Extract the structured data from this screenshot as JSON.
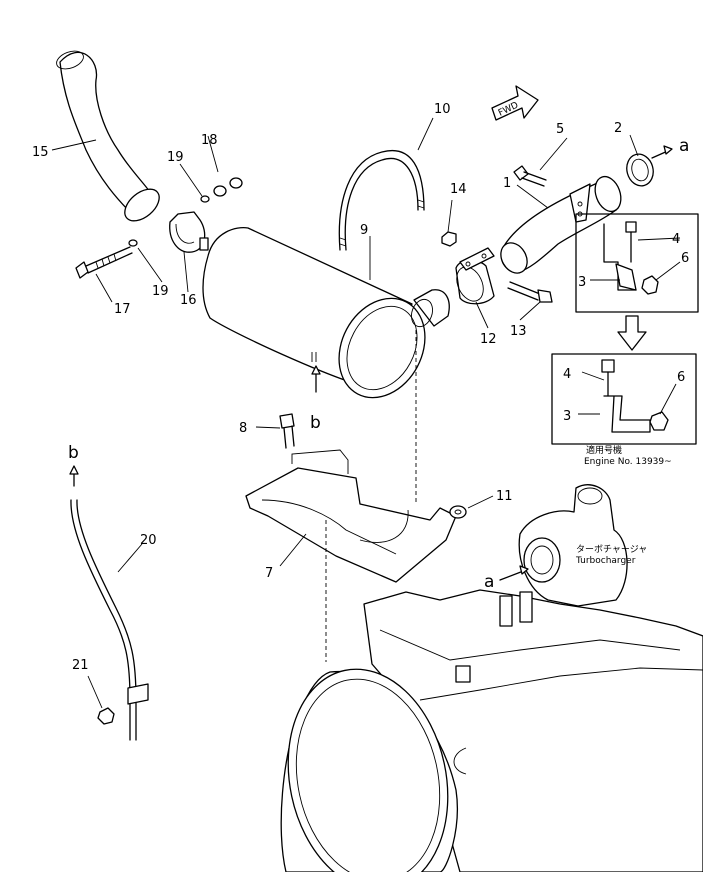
{
  "callouts": {
    "c1": "1",
    "c2": "2",
    "c3a": "3",
    "c3b": "3",
    "c4a": "4",
    "c4b": "4",
    "c5": "5",
    "c6a": "6",
    "c6b": "6",
    "c7": "7",
    "c8": "8",
    "c9": "9",
    "c10": "10",
    "c11": "11",
    "c12": "12",
    "c13": "13",
    "c14": "14",
    "c15": "15",
    "c16": "16",
    "c17": "17",
    "c18": "18",
    "c19a": "19",
    "c19b": "19",
    "c20": "20",
    "c21": "21"
  },
  "refs": {
    "a_top": "a",
    "a_turbo": "a",
    "b_muffler": "b",
    "b_pipe": "b"
  },
  "fwd": "FWD",
  "turbo_label_jp": "ターボチャージャ",
  "turbo_label_en": "Turbocharger",
  "applicability_jp": "適用号機",
  "applicability_en": "Engine No. 13939~"
}
